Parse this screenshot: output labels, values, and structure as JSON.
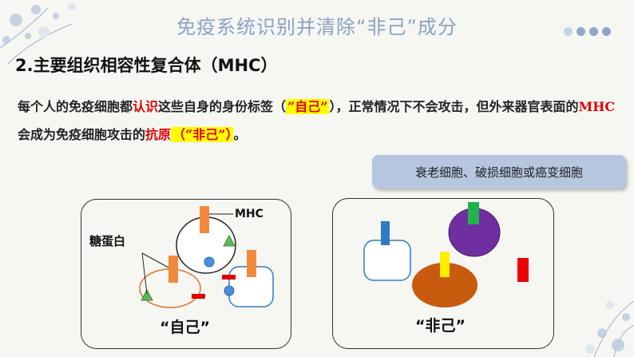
{
  "title": "免疫系统识别并清除“非己”成分",
  "heading": "2.主要组织相容性复合体（MHC）",
  "paragraph": {
    "p1": "每个人的免疫细胞都",
    "p2": "认识",
    "p3": "这些自身的身份标签（",
    "p4": "“自己”",
    "p5": "），正常情况下不会攻击，但外来器官表面的",
    "p6": "MHC",
    "p7": "会成为免疫细胞攻击的",
    "p8": "抗原",
    "p9": "（“非己”）",
    "p10": "。"
  },
  "note": "衰老细胞、破损细胞或癌变细胞",
  "diagram_left": {
    "label_mhc": "MHC",
    "label_glycoprotein": "糖蛋白",
    "caption": "“自己”"
  },
  "diagram_right": {
    "caption": "“非己”"
  },
  "colors": {
    "title": "#8aa2c2",
    "accent_red": "#e00000",
    "highlight": "#ffff00",
    "mhc_orange": "#f08a3c",
    "green": "#5cb85c",
    "blue": "#2e7bc4",
    "purple": "#6f2fa0",
    "brown": "#c85a0e"
  }
}
